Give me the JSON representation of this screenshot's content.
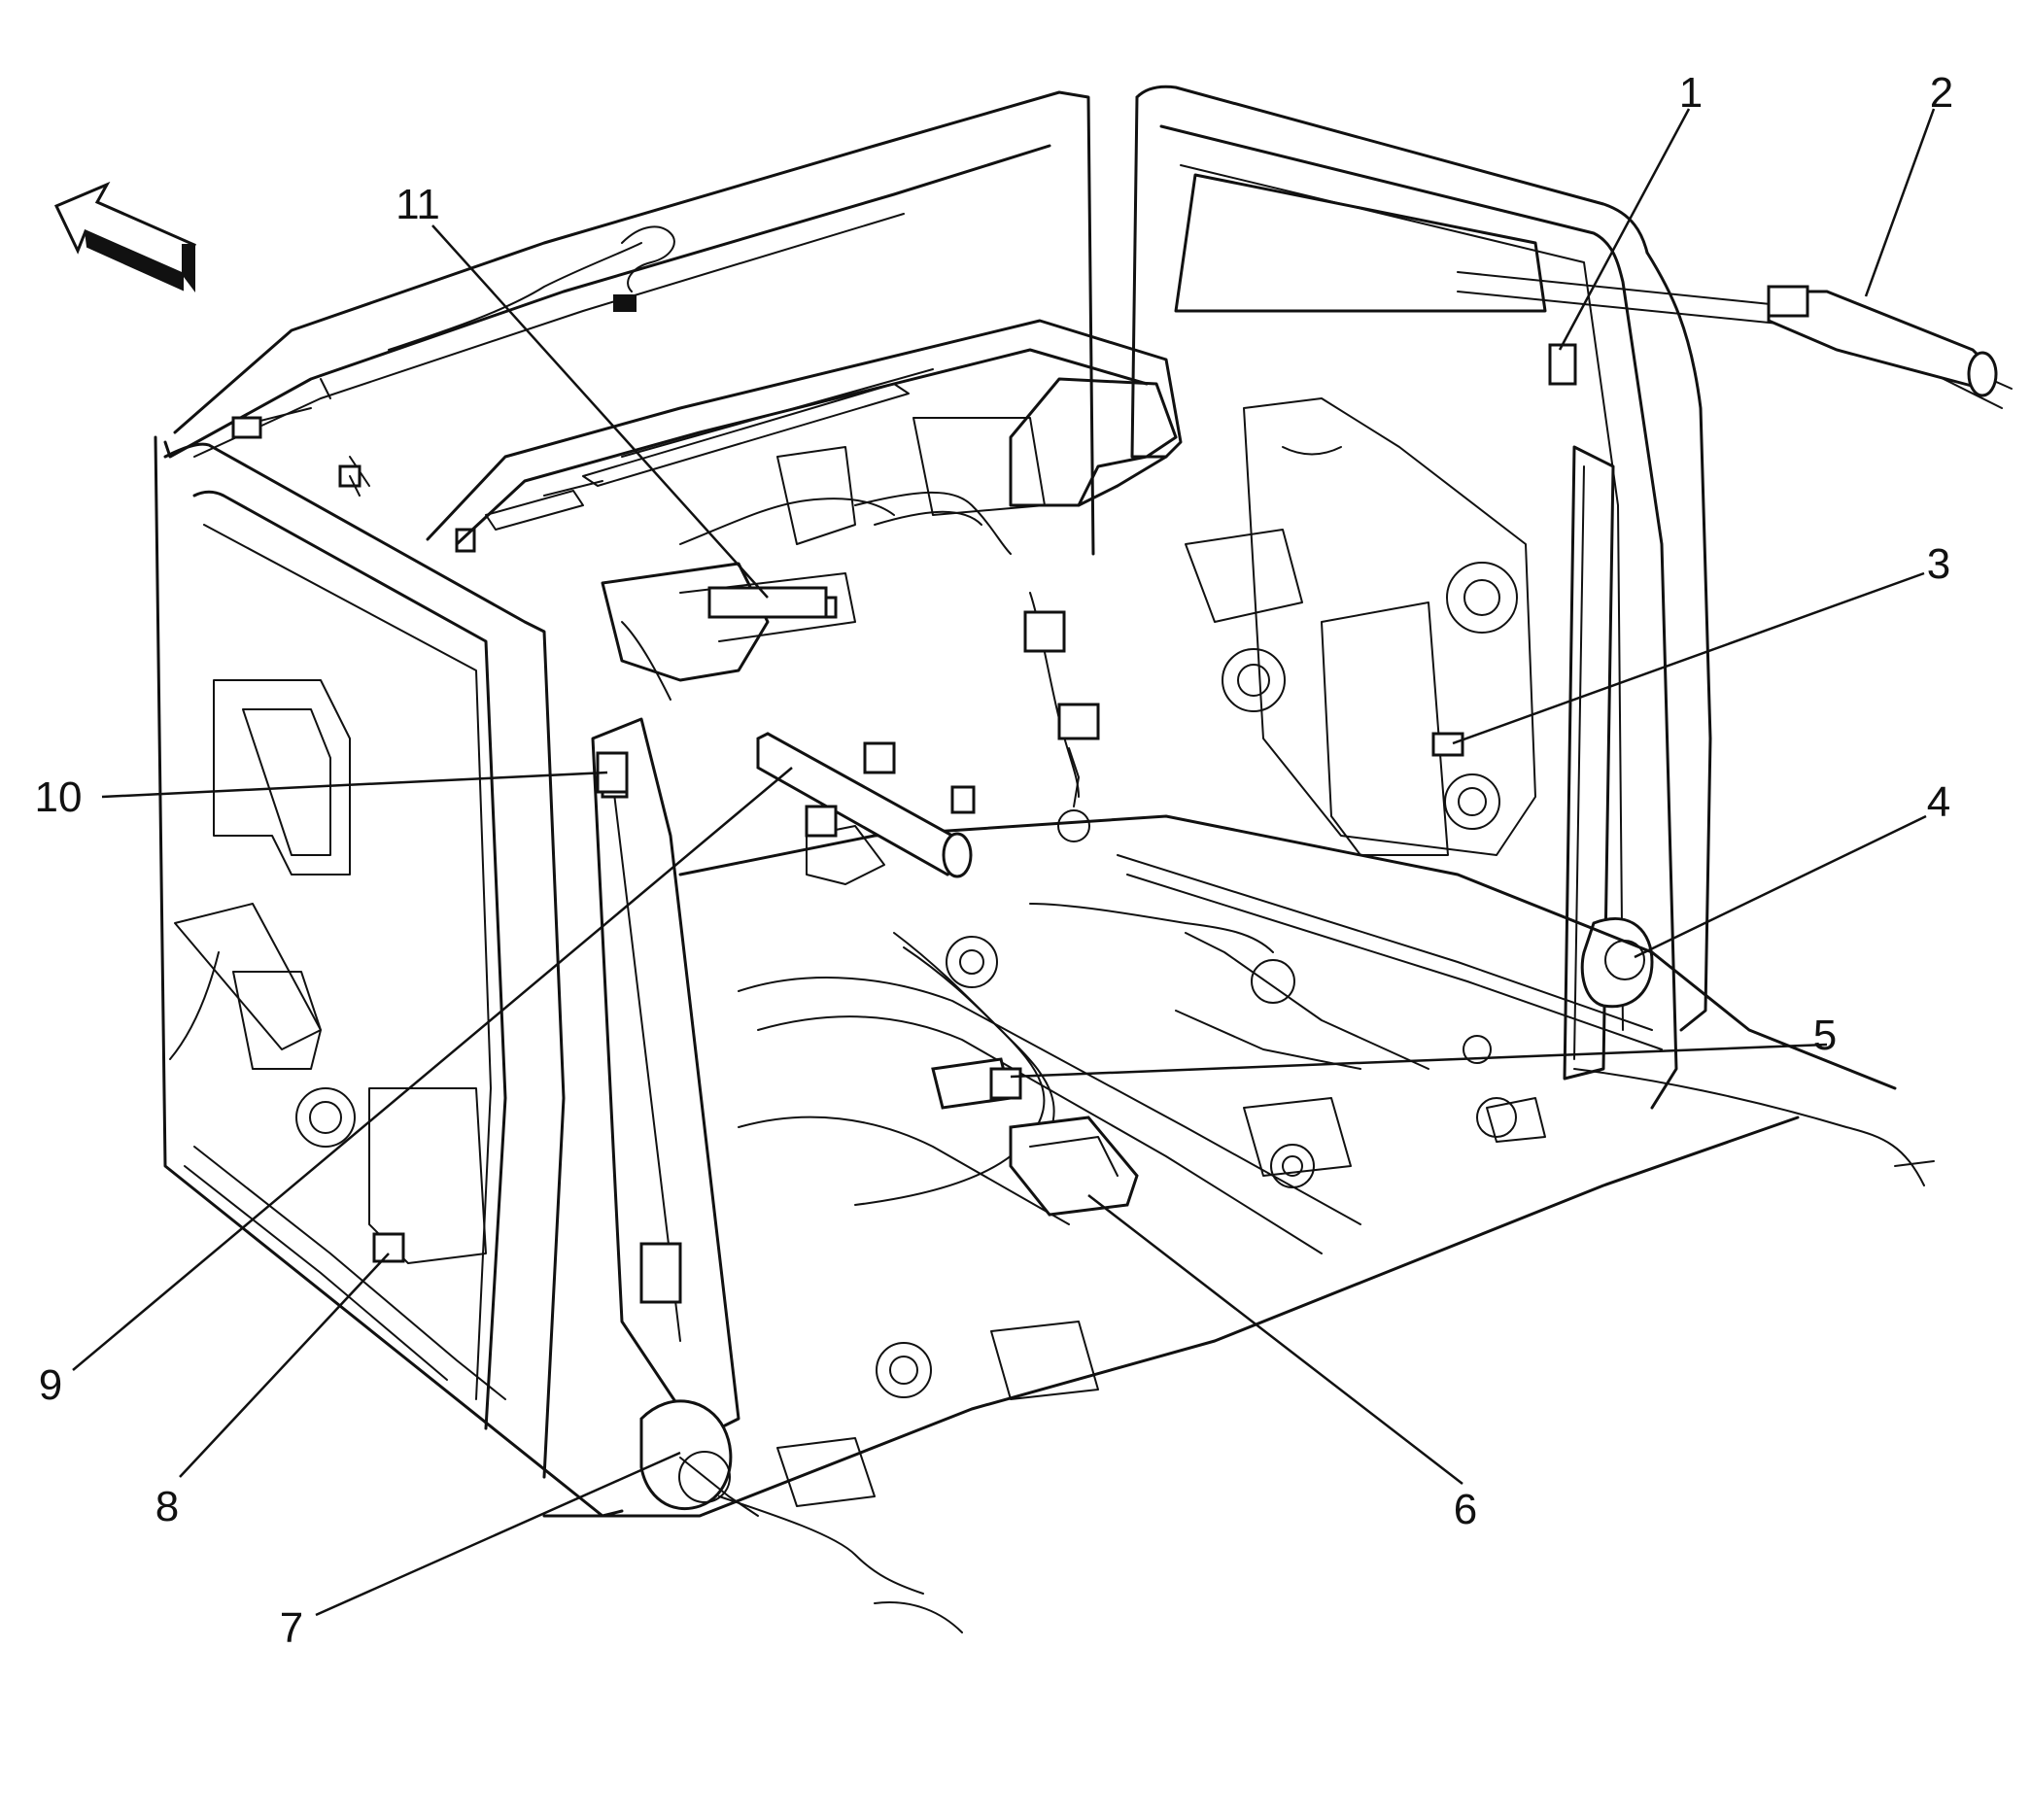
{
  "diagram": {
    "direction_arrow_icon": "front-arrow-icon",
    "callouts": [
      {
        "id": "1",
        "label": "1"
      },
      {
        "id": "2",
        "label": "2"
      },
      {
        "id": "3",
        "label": "3"
      },
      {
        "id": "4",
        "label": "4"
      },
      {
        "id": "5",
        "label": "5"
      },
      {
        "id": "6",
        "label": "6"
      },
      {
        "id": "7",
        "label": "7"
      },
      {
        "id": "8",
        "label": "8"
      },
      {
        "id": "9",
        "label": "9"
      },
      {
        "id": "10",
        "label": "10"
      },
      {
        "id": "11",
        "label": "11"
      }
    ]
  }
}
